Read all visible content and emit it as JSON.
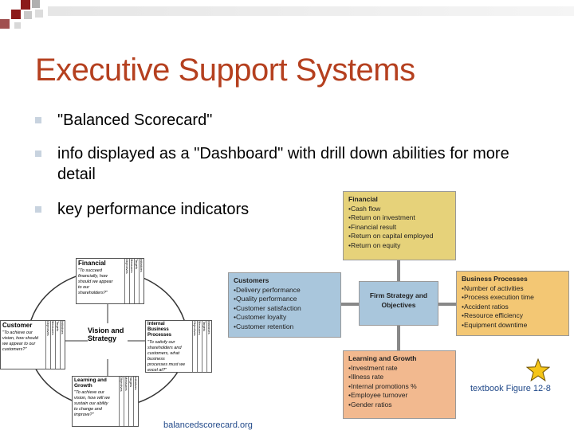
{
  "slide": {
    "title": "Executive Support Systems",
    "bullets": [
      "\"Balanced Scorecard\"",
      "info displayed as a \"Dashboard\" with drill down abilities for more detail",
      "key performance indicators"
    ]
  },
  "bsc_diagram": {
    "financial": {
      "heading": "Financial",
      "text": "\"To succeed financially, how should we appear to our shareholders?\""
    },
    "customer": {
      "heading": "Customer",
      "text": "\"To achieve our vision, how should we appear to our customers?\""
    },
    "internal": {
      "heading": "Internal Business Processes",
      "text": "\"To satisfy our shareholders and customers, what business processes must we excel at?\""
    },
    "learning": {
      "heading": "Learning and Growth",
      "text": "\"To achieve our vision, how will we sustain our ability to change and improve?\""
    },
    "center": "Vision and Strategy",
    "columns": [
      "Objectives",
      "Measures",
      "Targets",
      "Initiatives"
    ]
  },
  "textbook_diagram": {
    "financial": {
      "heading": "Financial",
      "items": [
        "Cash flow",
        "Return on investment",
        "Financial result",
        "Return on capital employed",
        "Return on equity"
      ]
    },
    "customers": {
      "heading": "Customers",
      "items": [
        "Delivery performance",
        "Quality performance",
        "Customer satisfaction",
        "Customer loyalty",
        "Customer retention"
      ]
    },
    "firm": "Firm Strategy and Objectives",
    "business": {
      "heading": "Business Processes",
      "items": [
        "Number of activities",
        "Process execution time",
        "Accident ratios",
        "Resource efficiency",
        "Equipment downtime"
      ]
    },
    "learning": {
      "heading": "Learning and Growth",
      "items": [
        "Investment rate",
        "Illness rate",
        "Internal promotions %",
        "Employee turnover",
        "Gender ratios"
      ]
    }
  },
  "caption": "textbook Figure 12-8",
  "credit": "balancedscorecard.org",
  "colors": {
    "title": "#b5401f",
    "link": "#224a8a",
    "star": "#f5c518"
  }
}
